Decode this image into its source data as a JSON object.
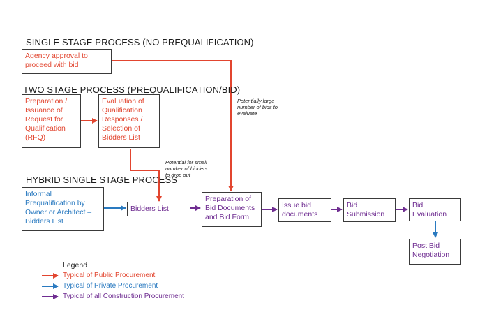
{
  "headings": {
    "single_stage": "SINGLE STAGE PROCESS (NO PREQUALIFICATION)",
    "two_stage": "TWO STAGE PROCESS (PREQUALIFICATION/BID)",
    "hybrid": "HYBRID SINGLE STAGE PROCESS"
  },
  "boxes": {
    "agency_approval": "Agency approval to\nproceed with bid",
    "rfq": "Preparation /\nIssuance of\nRequest for\nQualification\n(RFQ)",
    "evaluation_qualification": "Evaluation of\nQualification\nResponses /\nSelection of\nBidders List",
    "informal_prequal": "Informal\nPrequalification by\nOwner or Architect –\nBidders List",
    "bidders_list": "Bidders List",
    "preparation_bid_docs": "Preparation of\nBid Documents\nand Bid Form",
    "issue_bid_docs": "Issue bid\ndocuments",
    "bid_submission": "Bid\nSubmission",
    "bid_evaluation": "Bid\nEvaluation",
    "post_bid_negotiation": "Post Bid\nNegotiation"
  },
  "notes": {
    "large_bids": "Potentially large\nnumber of bids to\nevaluate",
    "small_bidders": "Potential for small\nnumber of bidders\nto drop out"
  },
  "legend": {
    "title": "Legend",
    "items": [
      {
        "label": "Typical of Public Procurement",
        "color": "#e2452f"
      },
      {
        "label": "Typical of Private Procurement",
        "color": "#2a7ac0"
      },
      {
        "label": "Typical of all Construction Procurement",
        "color": "#6f2d91"
      }
    ]
  },
  "colors": {
    "public": "#e2452f",
    "private": "#2a7ac0",
    "all": "#6f2d91"
  }
}
